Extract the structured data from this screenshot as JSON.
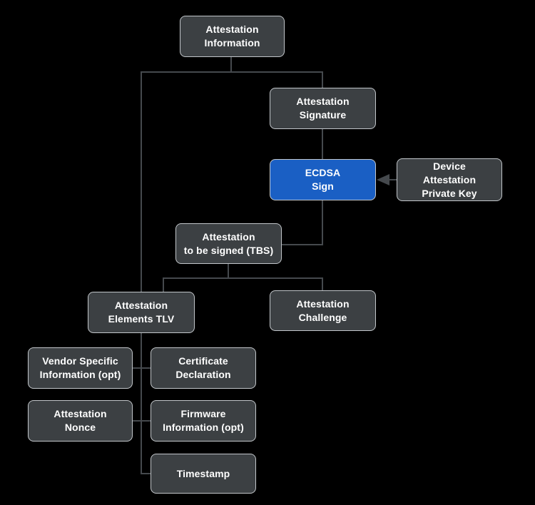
{
  "diagram": {
    "colors": {
      "background": "#000000",
      "node_fill": "#3c4043",
      "node_border": "#c2c6ca",
      "accent_blue": "#1a5fc4",
      "connector": "#45494d",
      "text": "#ffffff"
    },
    "nodes": {
      "attestation_information": {
        "label": "Attestation\nInformation"
      },
      "attestation_signature": {
        "label": "Attestation\nSignature"
      },
      "ecdsa_sign": {
        "label": "ECDSA\nSign"
      },
      "device_attestation_private_key": {
        "label": "Device\nAttestation\nPrivate Key"
      },
      "attestation_tbs": {
        "label": "Attestation\nto be signed (TBS)"
      },
      "attestation_elements_tlv": {
        "label": "Attestation\nElements TLV"
      },
      "attestation_challenge": {
        "label": "Attestation\nChallenge"
      },
      "vendor_specific_information": {
        "label": "Vendor Specific\nInformation (opt)"
      },
      "certificate_declaration": {
        "label": "Certificate\nDeclaration"
      },
      "attestation_nonce": {
        "label": "Attestation\nNonce"
      },
      "firmware_information": {
        "label": "Firmware\nInformation (opt)"
      },
      "timestamp": {
        "label": "Timestamp"
      }
    },
    "edges": [
      {
        "from": "attestation_information",
        "to": "attestation_signature",
        "style": "line"
      },
      {
        "from": "attestation_information",
        "to": "attestation_elements_tlv",
        "style": "line"
      },
      {
        "from": "attestation_signature",
        "to": "ecdsa_sign",
        "style": "line"
      },
      {
        "from": "device_attestation_private_key",
        "to": "ecdsa_sign",
        "style": "arrow"
      },
      {
        "from": "ecdsa_sign",
        "to": "attestation_tbs",
        "style": "line"
      },
      {
        "from": "attestation_tbs",
        "to": "attestation_elements_tlv",
        "style": "line"
      },
      {
        "from": "attestation_tbs",
        "to": "attestation_challenge",
        "style": "line"
      },
      {
        "from": "attestation_elements_tlv",
        "to": "vendor_specific_information",
        "style": "line"
      },
      {
        "from": "attestation_elements_tlv",
        "to": "certificate_declaration",
        "style": "line"
      },
      {
        "from": "attestation_elements_tlv",
        "to": "attestation_nonce",
        "style": "line"
      },
      {
        "from": "attestation_elements_tlv",
        "to": "firmware_information",
        "style": "line"
      },
      {
        "from": "attestation_elements_tlv",
        "to": "timestamp",
        "style": "line"
      }
    ]
  }
}
